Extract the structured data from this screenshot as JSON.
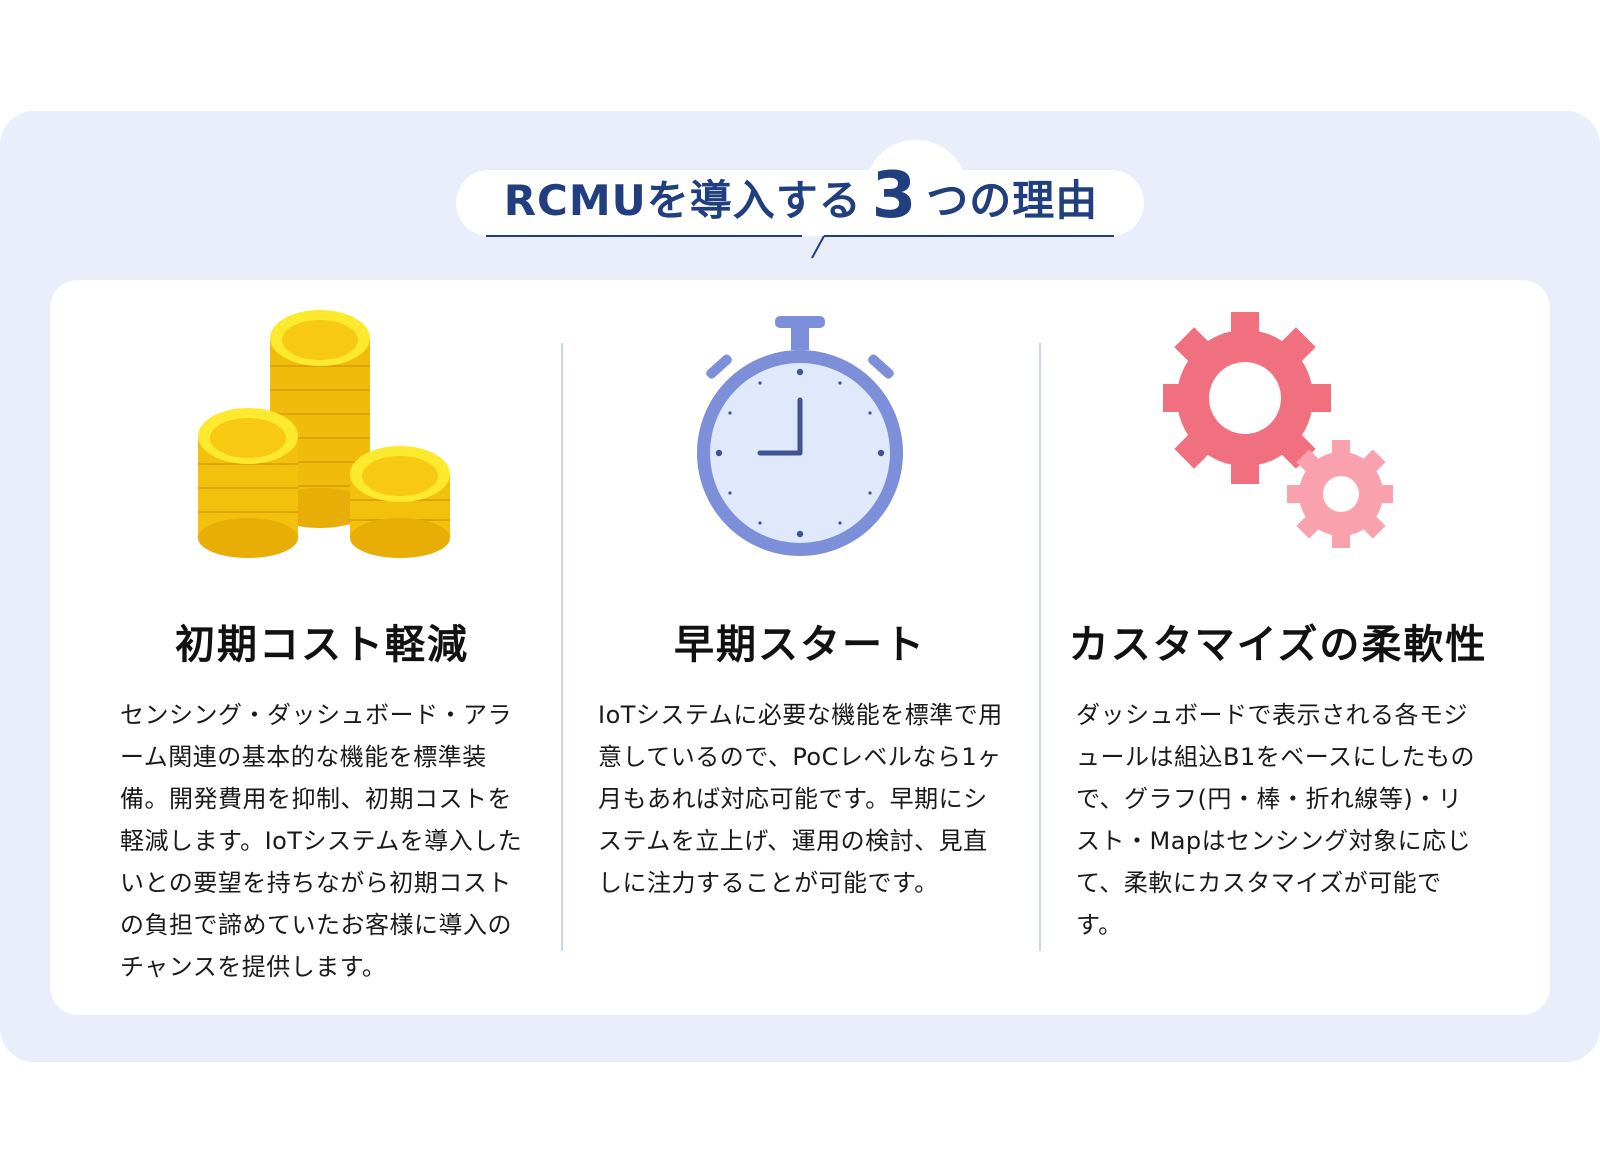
{
  "heading": {
    "prefix": "RCMUを導入する",
    "number": "3",
    "suffix": "つの理由"
  },
  "reasons": [
    {
      "icon": "coins-icon",
      "title": "初期コスト軽減",
      "text": "センシング・ダッシュボード・アラーム関連の基本的な機能を標準装備。開発費用を抑制、初期コストを軽減します。IoTシステムを導入したいとの要望を持ちながら初期コストの負担で諦めていたお客様に導入のチャンスを提供します。"
    },
    {
      "icon": "stopwatch-icon",
      "title": "早期スタート",
      "text": "IoTシステムに必要な機能を標準で用意しているので、PoCレベルなら1ヶ月もあれば対応可能です。早期にシステムを立上げ、運用の検討、見直しに注力することが可能です。"
    },
    {
      "icon": "gears-icon",
      "title": "カスタマイズの柔軟性",
      "text": "ダッシュボードで表示される各モジュールは組込B1をベースにしたもので、グラフ(円・棒・折れ線等)・リスト・Mapはセンシング対象に応じて、柔軟にカスタマイズが可能です。"
    }
  ],
  "colors": {
    "background_panel": "#e9eefa",
    "heading_blue": "#213f7f",
    "coin_gold": "#f7cf0c",
    "stopwatch_blue": "#7c8fd8",
    "gear_red": "#f0707f",
    "gear_pink": "#f9a1ad"
  }
}
